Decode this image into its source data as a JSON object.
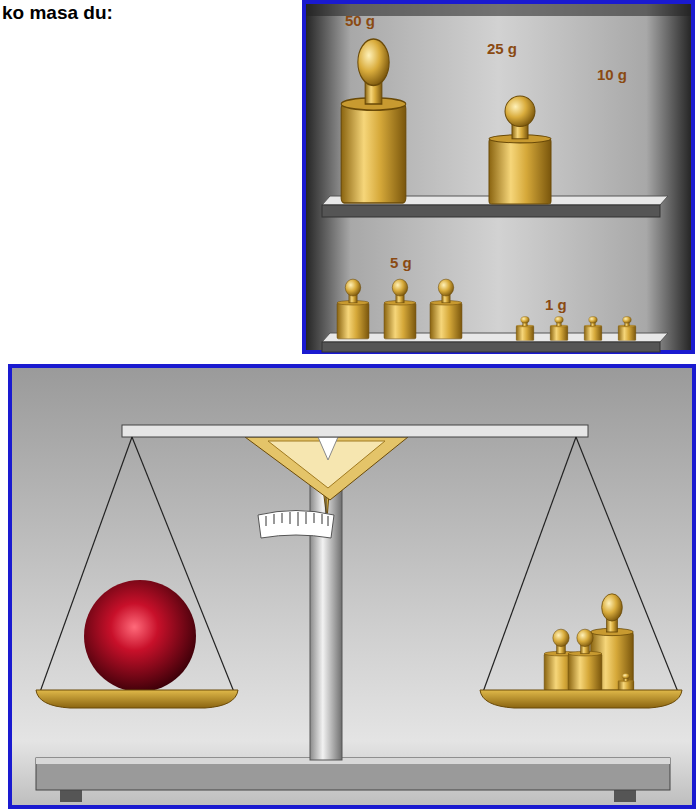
{
  "diagram": {
    "title": "ko masa du:",
    "labels": [
      "50 g",
      "25 g",
      "10 g",
      "5 g",
      "1 g"
    ]
  }
}
